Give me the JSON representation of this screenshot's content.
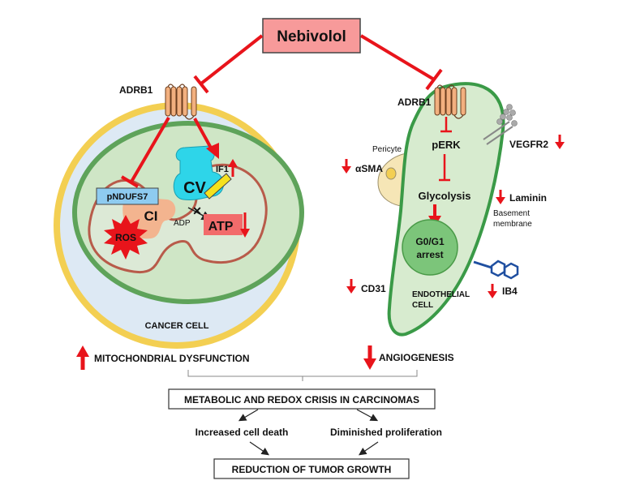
{
  "drug": "Nebivolol",
  "cancer_cell": {
    "receptor": "ADRB1",
    "label": "CANCER CELL",
    "pndufs7": "pNDUFS7",
    "complex_i": "CI",
    "complex_v": "CV",
    "if1": "IF1",
    "adp": "ADP",
    "atp": "ATP",
    "ros": "ROS"
  },
  "endothelial": {
    "receptor": "ADRB1",
    "perk": "pERK",
    "glycolysis": "Glycolysis",
    "arrest_line1": "G0/G1",
    "arrest_line2": "arrest",
    "cell_line1": "ENDOTHELIAL",
    "cell_line2": "CELL",
    "pericyte": "Pericyte",
    "asma": "αSMA",
    "vegfr2": "VEGFR2",
    "laminin": "Laminin",
    "basement_line1": "Basement",
    "basement_line2": "membrane",
    "cd31": "CD31",
    "ib4": "IB4"
  },
  "effects": {
    "left": "MITOCHONDRIAL DYSFUNCTION",
    "right": "ANGIOGENESIS"
  },
  "outcome": {
    "crisis": "METABOLIC AND REDOX CRISIS IN CARCINOMAS",
    "death": "Increased cell death",
    "proliferation": "Diminished proliferation",
    "final": "REDUCTION OF TUMOR GROWTH"
  },
  "colors": {
    "red": "#e8141b",
    "cell_fill": "#dde9f4",
    "cell_ring": "#f3cf52",
    "mito_fill": "#cfe6c6",
    "mito_border": "#5ea35a",
    "cv": "#2ed5e9",
    "ci": "#f3b48f",
    "pndufs7": "#8ecbf0",
    "atp": "#f26b6b",
    "endo_fill": "#d7ebcf",
    "nucleus": "#7cc57a"
  }
}
